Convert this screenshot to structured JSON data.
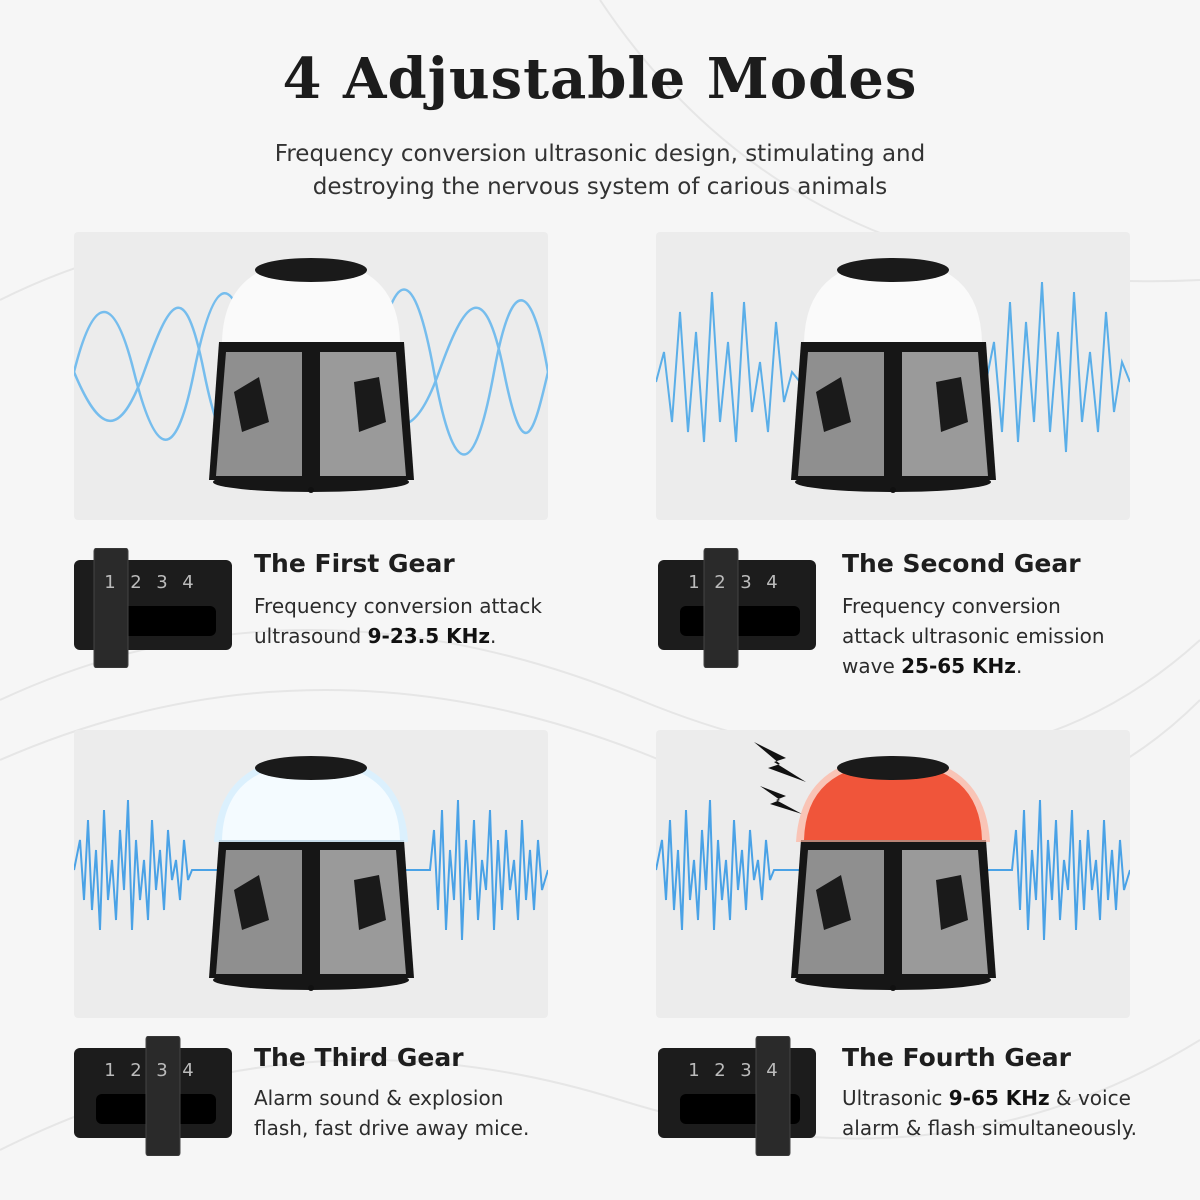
{
  "header": {
    "title": "4 Adjustable Modes",
    "subtitle_line1": "Frequency conversion ultrasonic design, stimulating and",
    "subtitle_line2": "destroying the nervous system of carious animals"
  },
  "switch_numbers": [
    "1",
    "2",
    "3",
    "4"
  ],
  "colors": {
    "wave_blue": "#5aaee8",
    "alert_red": "#f0553a",
    "device_gray": "#8a8a8a",
    "device_black": "#161616"
  },
  "gears": [
    {
      "title": "The First Gear",
      "desc_pre": "Frequency conversion attack",
      "desc_mid": "ultrasound ",
      "desc_bold": "9-23.5 KHz",
      "desc_post": ".",
      "position": 1
    },
    {
      "title": "The Second Gear",
      "desc_line1": "Frequency conversion",
      "desc_line2": "attack ultrasonic emission",
      "desc_mid": "wave ",
      "desc_bold": "25-65 KHz",
      "desc_post": ".",
      "position": 2
    },
    {
      "title": "The Third Gear",
      "desc_line1": "Alarm sound & explosion",
      "desc_line2": "flash, fast drive away mice.",
      "position": 3
    },
    {
      "title": "The Fourth Gear",
      "desc_pre": "Ultrasonic ",
      "desc_bold": "9-65 KHz",
      "desc_post": " & voice",
      "desc_line2": "alarm & flash simultaneously.",
      "position": 4
    }
  ]
}
